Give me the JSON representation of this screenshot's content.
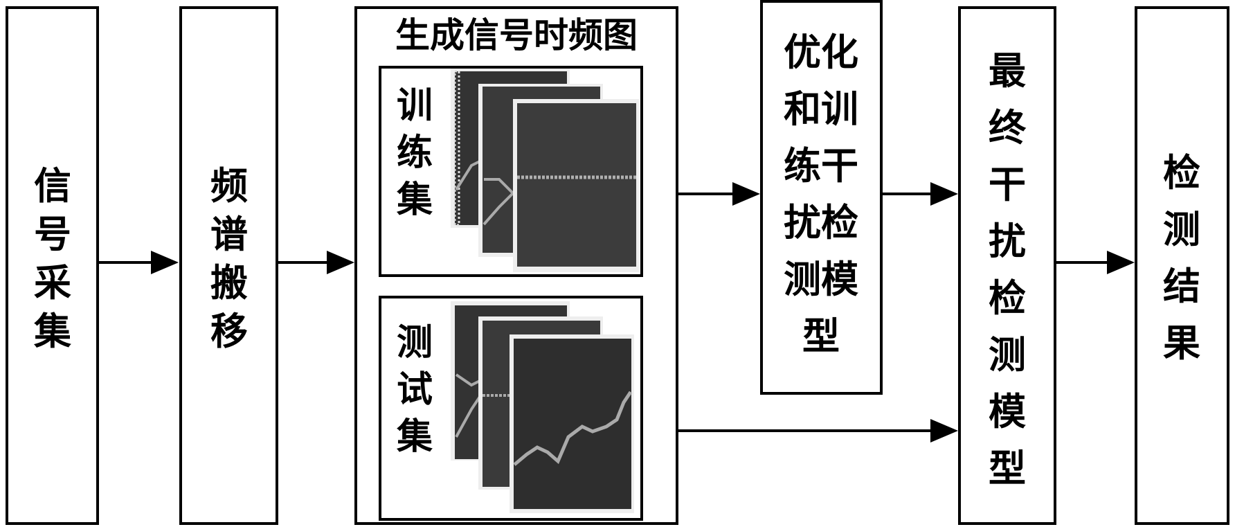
{
  "steps": {
    "signal_acquisition": "信号采集",
    "spectrum_shift": "频谱搬移",
    "generate_tf_maps": "生成信号时频图",
    "training_set": "训练集",
    "test_set": "测试集",
    "optimize_train": "优化和训练干扰检测模型",
    "final_model": "最终干扰检测模型",
    "detection_result": "检测结果"
  }
}
